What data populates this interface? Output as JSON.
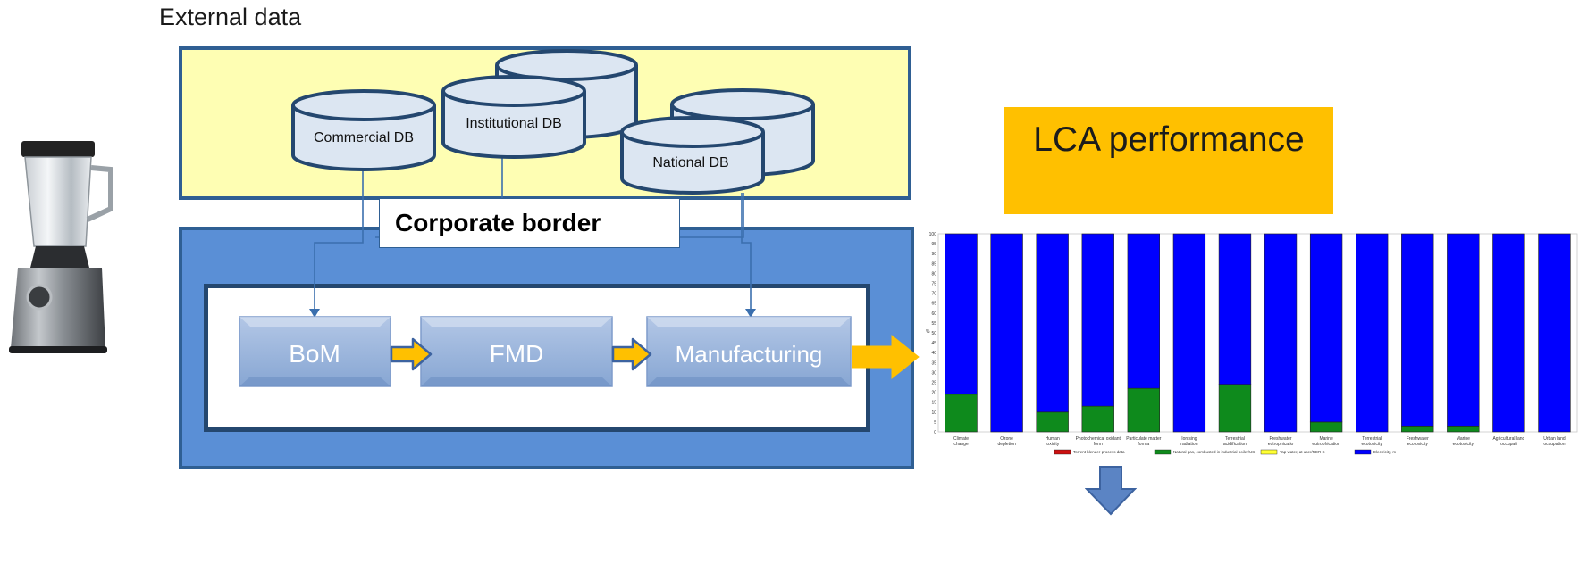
{
  "diagram": {
    "external_title": "External data",
    "databases": {
      "commercial": "Commercial DB",
      "institutional": "Institutional DB",
      "national": "National DB"
    },
    "corporate_label": "Corporate border",
    "process_steps": [
      "BoM",
      "FMD",
      "Manufacturing"
    ],
    "lca_title": "LCA performance"
  },
  "colors": {
    "external_fill": "#fefeb3",
    "corporate_fill": "#5a8fd6",
    "border": "#2f5f93",
    "db_fill": "#dce6f2",
    "lca_fill": "#ffc000",
    "arrow_yellow": "#ffc000",
    "down_arrow": "#5b84c4",
    "chart_blue": "#0000ff",
    "chart_green": "#0e8a1c"
  },
  "icons": {
    "product": "blender-icon",
    "flow_down": "down-arrow-icon"
  },
  "chart_data": {
    "type": "bar",
    "stacked": true,
    "ylim": [
      0,
      100
    ],
    "yticks": [
      0,
      5,
      10,
      15,
      20,
      25,
      30,
      35,
      40,
      45,
      50,
      55,
      60,
      65,
      70,
      75,
      80,
      85,
      90,
      95,
      100
    ],
    "ylabel": "%",
    "categories": [
      "Climate change",
      "Ozone depletion",
      "Human toxicity",
      "Photochemical oxidant form",
      "Particulate matter forma",
      "Ionising radiation",
      "Terrestrial acidification",
      "Freshwater eutrophicatio",
      "Marine eutrophication",
      "Terrestrial ecotoxicity",
      "Freshwater ecotoxicity",
      "Marine ecotoxicity",
      "Agricultural land occupati",
      "Urban land occupation"
    ],
    "series": [
      {
        "name": "Natural gas, combusted in industrial boiler/US",
        "color": "#0e8a1c",
        "values": [
          19,
          0,
          10,
          13,
          22,
          0,
          24,
          0,
          5,
          0,
          3,
          3,
          0,
          0
        ]
      },
      {
        "name": "Electricity, m",
        "color": "#0000ff",
        "values": [
          81,
          100,
          90,
          87,
          78,
          100,
          76,
          100,
          95,
          100,
          97,
          97,
          100,
          100
        ]
      }
    ],
    "legend": [
      {
        "name": "Torrent blender-process data",
        "color": "#cc1010"
      },
      {
        "name": "Natural gas, combusted in industrial boiler/US",
        "color": "#0e8a1c"
      },
      {
        "name": "Tap water, at user/RER S",
        "color": "#ffff33"
      },
      {
        "name": "Electricity, m",
        "color": "#0000ff"
      }
    ],
    "legend_position": "bottom"
  }
}
